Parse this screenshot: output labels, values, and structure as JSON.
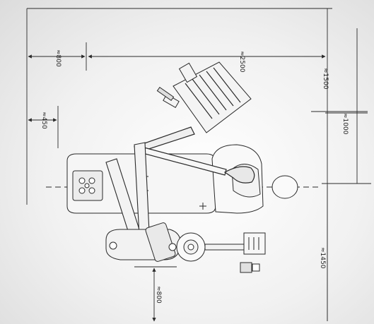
{
  "dimensions": {
    "top_2500": "≈2500",
    "left_800": "≈800",
    "left_450": "≈450",
    "right_1500": "≈1500",
    "right_1000": "≈1000",
    "right_1450": "≈1450",
    "bottom_800": "≈800"
  },
  "colors": {
    "line": "#2a2a2a",
    "light_line": "#555555"
  }
}
